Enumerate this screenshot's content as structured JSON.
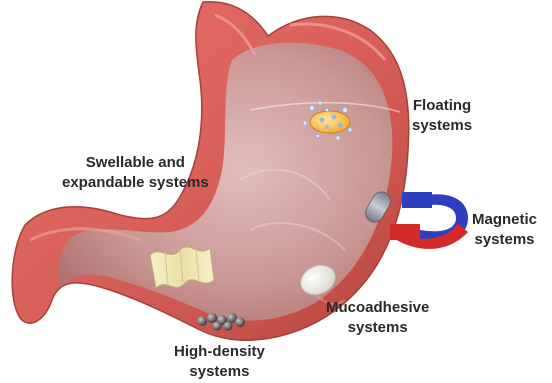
{
  "labels": {
    "floating": [
      "Floating",
      "systems"
    ],
    "swellable": [
      "Swellable and",
      "expandable systems"
    ],
    "magnetic": [
      "Magnetic",
      "systems"
    ],
    "mucoadhesive": [
      "Mucoadhesive",
      "systems"
    ],
    "high_density": [
      "High-density",
      "systems"
    ]
  },
  "colors": {
    "stomach_wall": "#d9605a",
    "stomach_inner": "#c98f8c",
    "stomach_highlight": "#f0a39e",
    "magnet_blue": "#2d3fbf",
    "magnet_red": "#d42a2a",
    "label_text": "#2a2a2a"
  }
}
